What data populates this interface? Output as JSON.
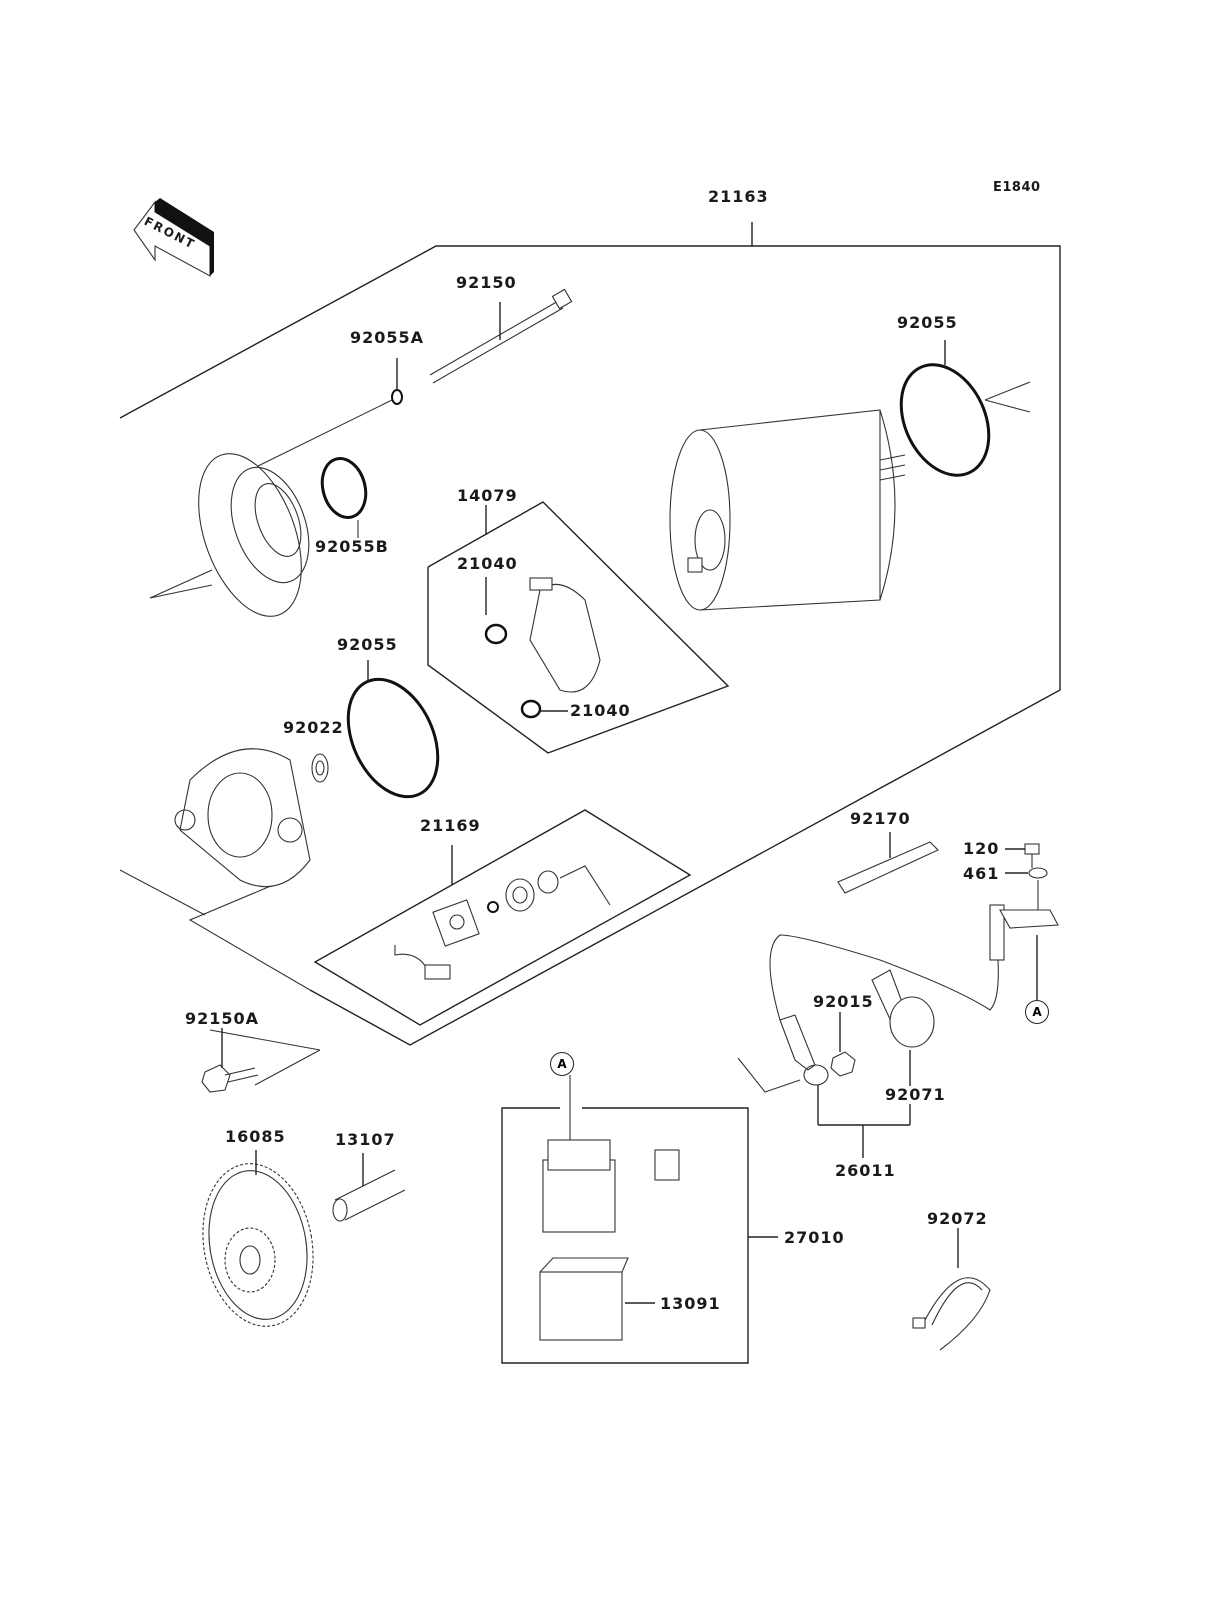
{
  "diagram": {
    "code": "E1840",
    "front_arrow_label": "FRONT",
    "parts": [
      {
        "id": "21163",
        "name": "starter-motor-assembly"
      },
      {
        "id": "92150",
        "name": "through-bolt"
      },
      {
        "id": "92055A",
        "name": "o-ring-small"
      },
      {
        "id": "92055B",
        "name": "o-ring-b"
      },
      {
        "id": "92055",
        "name": "o-ring-rear"
      },
      {
        "id": "14079",
        "name": "brush-holder-kit"
      },
      {
        "id": "21040",
        "name": "brush-upper"
      },
      {
        "id": "21040",
        "name": "brush-lower"
      },
      {
        "id": "92055",
        "name": "o-ring-front"
      },
      {
        "id": "92022",
        "name": "washer"
      },
      {
        "id": "21169",
        "name": "terminal-kit"
      },
      {
        "id": "92150A",
        "name": "mounting-bolt"
      },
      {
        "id": "16085",
        "name": "idle-gear"
      },
      {
        "id": "13107",
        "name": "shaft"
      },
      {
        "id": "92170",
        "name": "clamp"
      },
      {
        "id": "120",
        "name": "bolt"
      },
      {
        "id": "461",
        "name": "washer-461"
      },
      {
        "id": "92015",
        "name": "nut"
      },
      {
        "id": "92071",
        "name": "terminal-cap"
      },
      {
        "id": "26011",
        "name": "lead-wire"
      },
      {
        "id": "27010",
        "name": "starter-relay"
      },
      {
        "id": "13091",
        "name": "relay-holder"
      },
      {
        "id": "92072",
        "name": "band"
      }
    ],
    "reference_markers": [
      "A",
      "A"
    ]
  }
}
